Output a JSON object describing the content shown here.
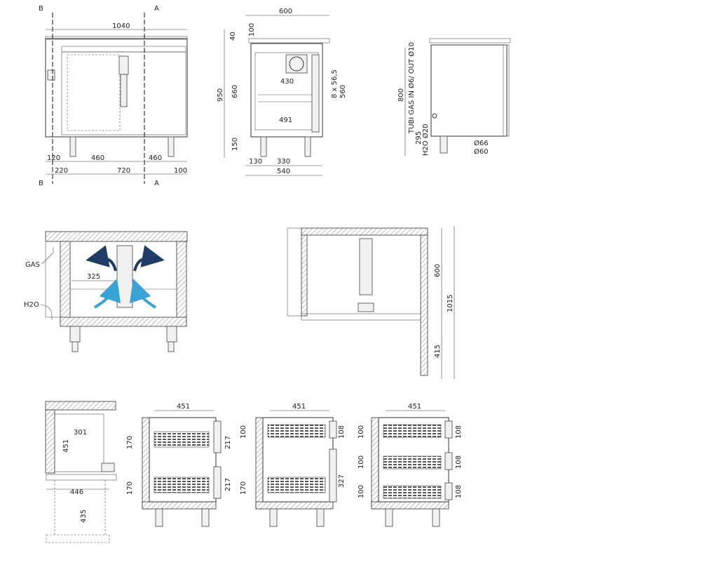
{
  "section_labels": {
    "b": "B",
    "a": "A"
  },
  "front_view": {
    "width": "1040",
    "d120": "120",
    "d460a": "460",
    "d460b": "460",
    "d220": "220",
    "d720": "720",
    "d100": "100"
  },
  "side_view": {
    "d600": "600",
    "d40": "40",
    "d100": "100",
    "d950": "950",
    "d660": "660",
    "d430": "430",
    "d8x565": "8 x 56,5",
    "d560": "560",
    "d491": "491",
    "d150": "150",
    "d130": "130",
    "d330": "330",
    "d540": "540"
  },
  "rear_view": {
    "d800": "800",
    "gas_note": "TUBI GAS IN Ø6/ OUT Ø10",
    "d295": "295",
    "h2o_note": "H2O Ø20",
    "d66": "Ø66",
    "d60": "Ø60"
  },
  "airflow_view": {
    "gas": "GAS",
    "h2o": "H2O",
    "d325": "325",
    "colors": {
      "hot": "#1f3c66",
      "cold": "#3aa3d6"
    }
  },
  "plan_view": {
    "d600": "600",
    "d1015": "1015",
    "d415": "415"
  },
  "drawer_views": {
    "open_section": {
      "d301": "301",
      "d451": "451",
      "d446": "446",
      "d435": "435"
    },
    "two_drawers": {
      "width": "451",
      "d170a": "170",
      "d170b": "170",
      "d217a": "217",
      "d217b": "217"
    },
    "drawer_door": {
      "width": "451",
      "d100": "100",
      "d108": "108",
      "d170": "170",
      "d327": "327"
    },
    "three_drawers": {
      "width": "451",
      "d100a": "100",
      "d100b": "100",
      "d100c": "100",
      "d108a": "108",
      "d108b": "108",
      "d108c": "108"
    }
  }
}
